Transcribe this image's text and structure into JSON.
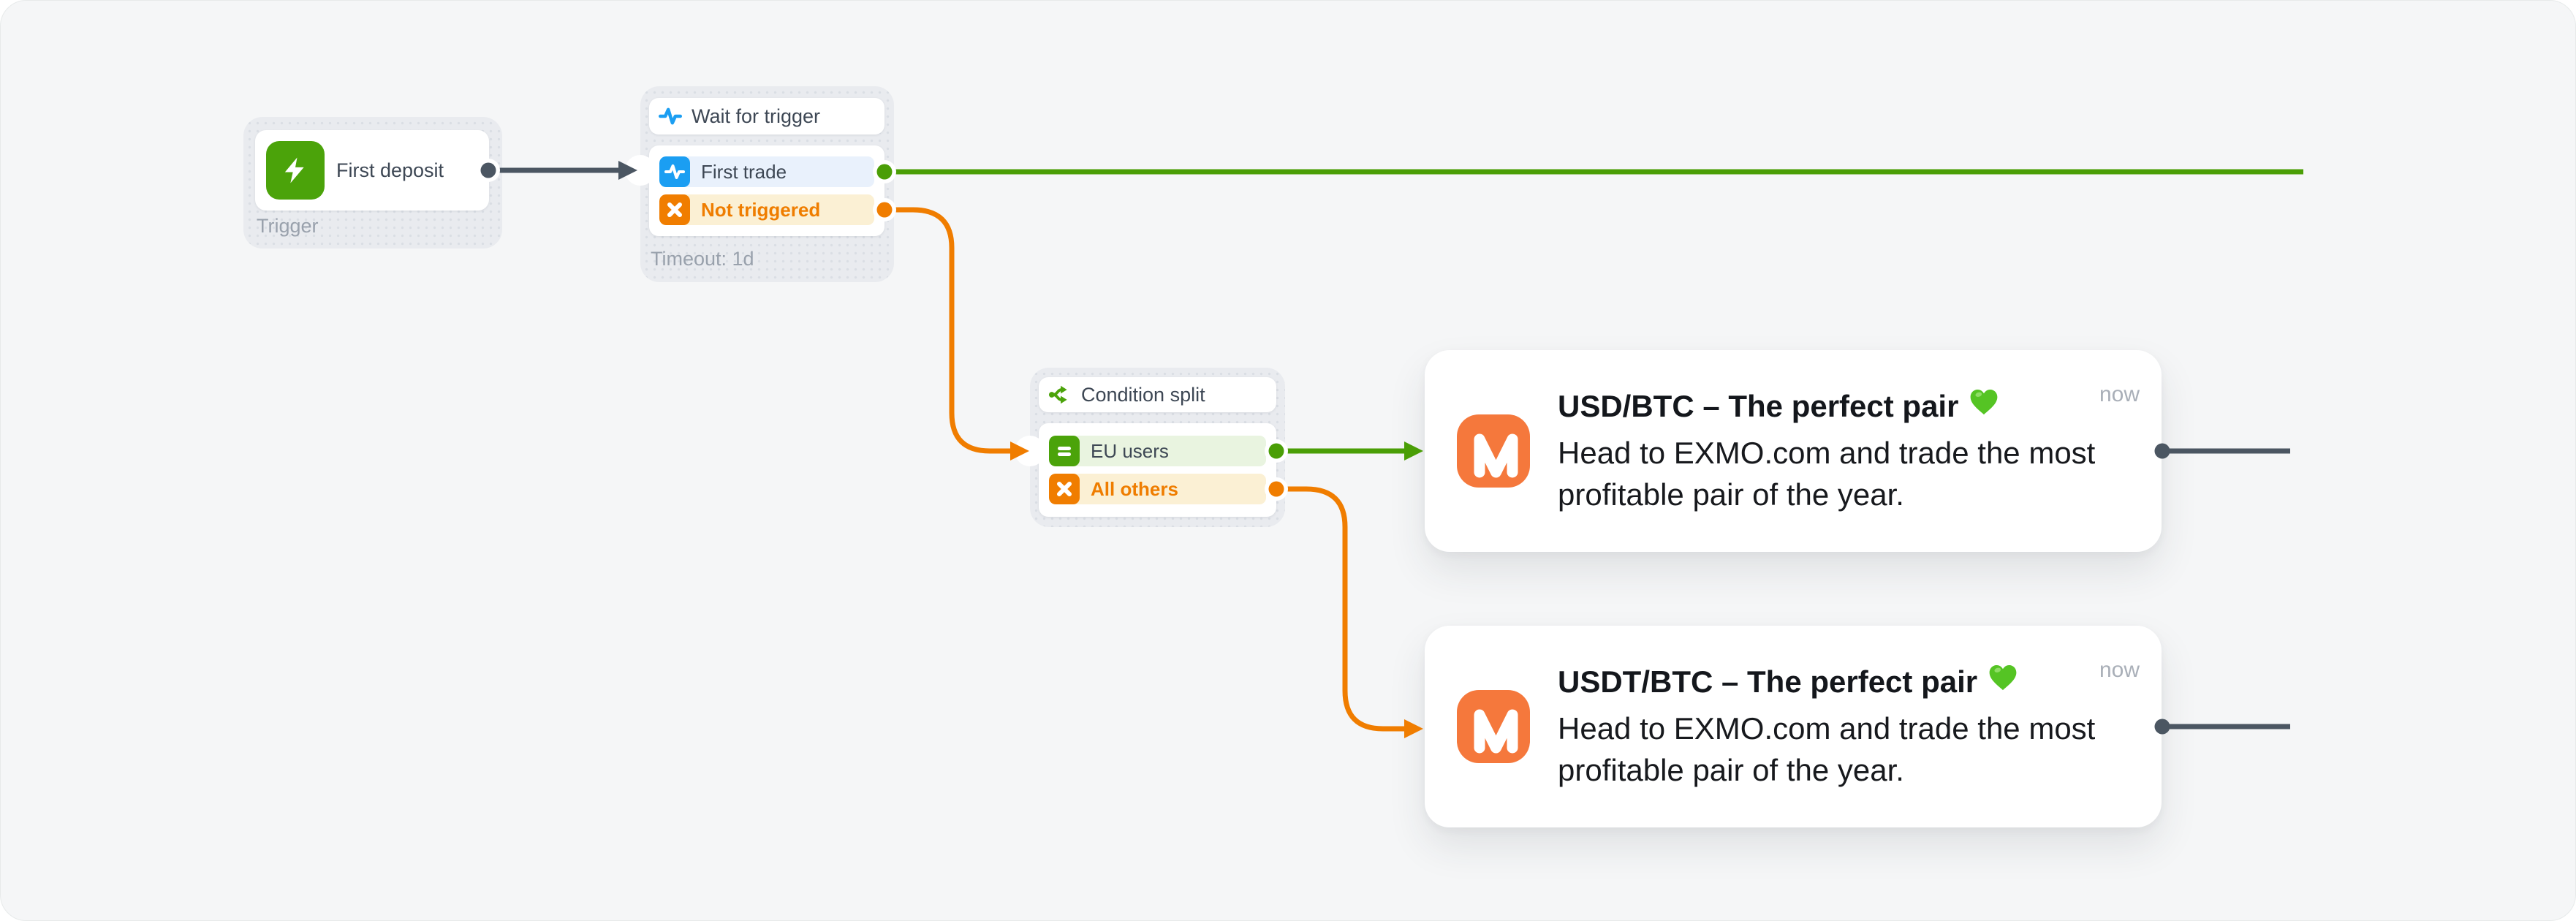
{
  "canvas": {
    "background": "#f5f6f7"
  },
  "colors": {
    "green": "#4a9e06",
    "orange": "#f07d00",
    "blue": "#1b9ef2",
    "dark_connector": "#4b5662",
    "node_text": "#3d4754",
    "muted_label": "#99a1ac",
    "row_blue_bg": "#e9f1fc",
    "row_cream_bg": "#fbf0d4",
    "row_green_bg": "#e9f4e0",
    "app_icon_orange": "#f5783c"
  },
  "nodes": {
    "trigger": {
      "title": "First deposit",
      "type_label": "Trigger",
      "icon": "lightning-icon"
    },
    "wait": {
      "title": "Wait for trigger",
      "icon": "pulse-icon",
      "branches": [
        {
          "label": "First trade",
          "icon": "pulse-icon",
          "color": "blue"
        },
        {
          "label": "Not triggered",
          "icon": "x-icon",
          "color": "orange"
        }
      ],
      "footer": "Timeout: 1d"
    },
    "split": {
      "title": "Condition split",
      "icon": "split-icon",
      "branches": [
        {
          "label": "EU users",
          "icon": "equals-icon",
          "color": "green"
        },
        {
          "label": "All others",
          "icon": "x-icon",
          "color": "orange"
        }
      ]
    }
  },
  "messages": [
    {
      "title": "USD/BTC – The perfect pair",
      "emoji": "💚",
      "body": "Head to EXMO.com and trade the most profitable pair of the year.",
      "timestamp": "now",
      "app_icon": "mindbox-m-logo"
    },
    {
      "title": "USDT/BTC – The perfect pair",
      "emoji": "💚",
      "body": "Head to EXMO.com and trade the most profitable pair of the year.",
      "timestamp": "now",
      "app_icon": "mindbox-m-logo"
    }
  ]
}
